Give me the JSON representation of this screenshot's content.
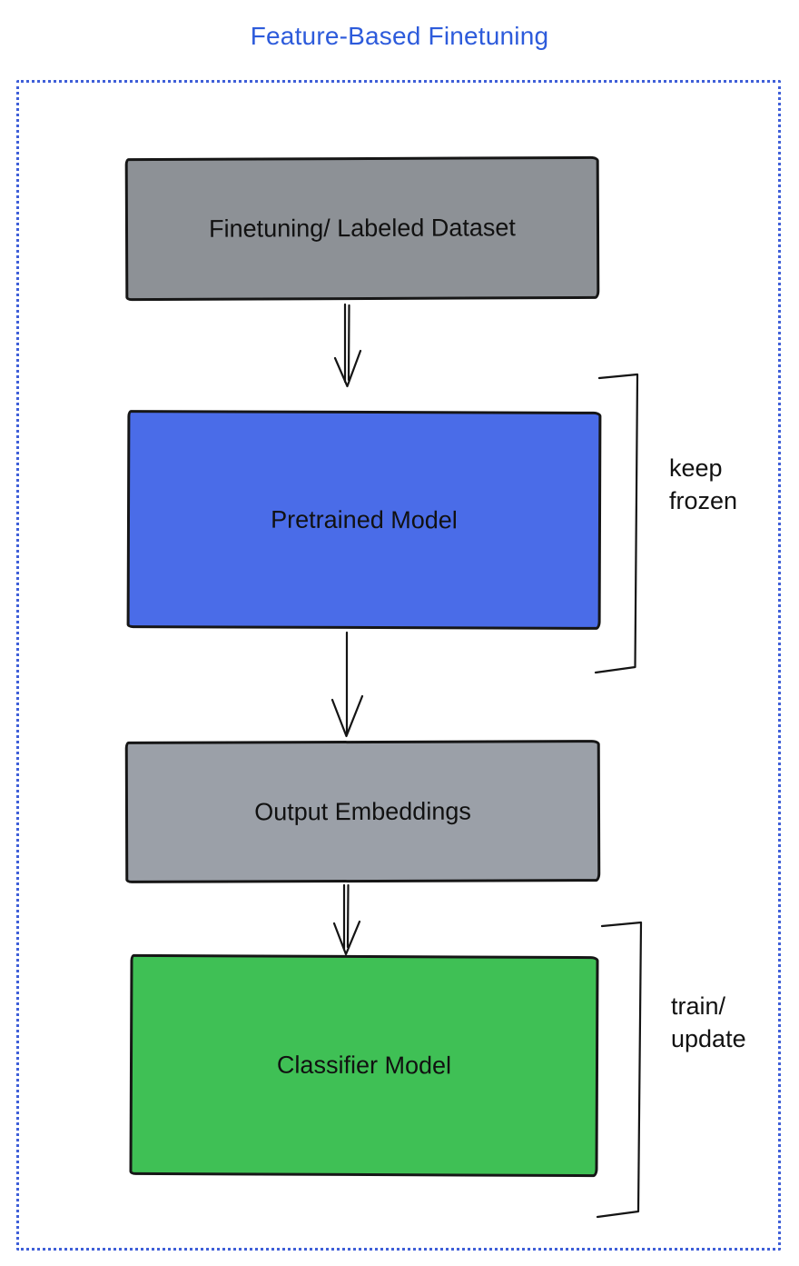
{
  "title": "Feature-Based Finetuning",
  "colors": {
    "title": "#2d5bdb",
    "frame_border": "#3f5fd8",
    "dataset_box": "#8d9196",
    "pretrained_box": "#4a6ce8",
    "embeddings_box": "#9ba0a8",
    "classifier_box": "#3fc055",
    "stroke": "#141414"
  },
  "nodes": {
    "dataset": {
      "label": "Finetuning/ Labeled Dataset"
    },
    "pretrained": {
      "label": "Pretrained Model"
    },
    "embeddings": {
      "label": "Output Embeddings"
    },
    "classifier": {
      "label": "Classifier Model"
    }
  },
  "annotations": {
    "keep_frozen": {
      "label": "keep\nfrozen"
    },
    "train_update": {
      "label": "train/\nupdate"
    }
  },
  "flow": [
    "Finetuning/ Labeled Dataset",
    "Pretrained Model (keep frozen)",
    "Output Embeddings",
    "Classifier Model (train/ update)"
  ]
}
